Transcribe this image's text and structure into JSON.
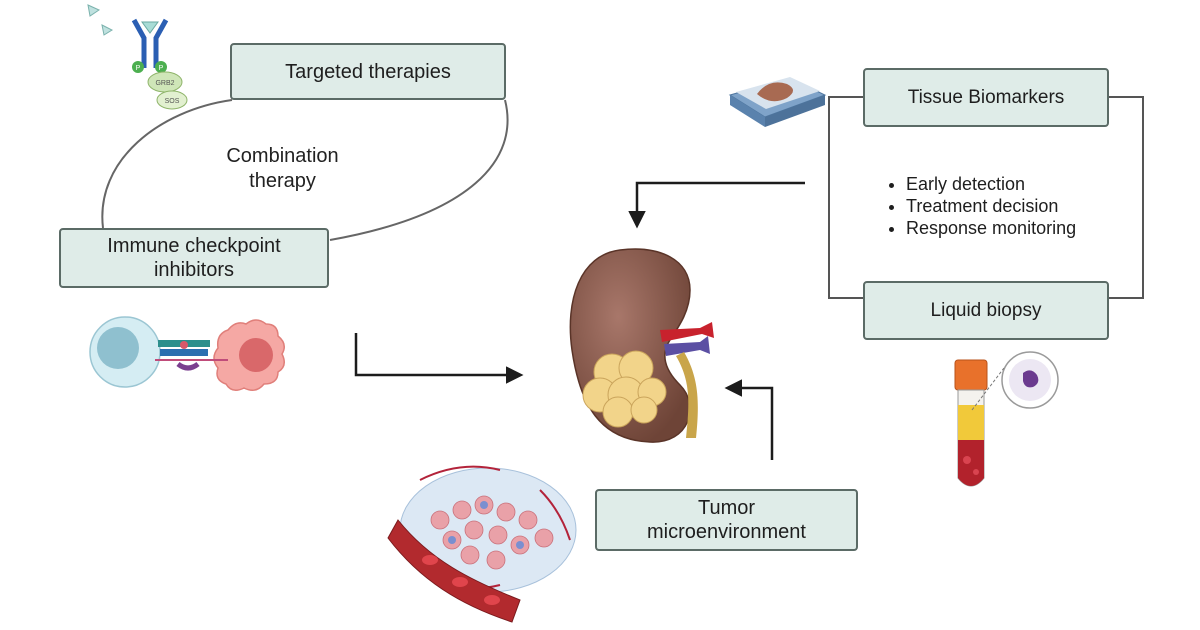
{
  "nodes": {
    "targeted_therapies": "Targeted therapies",
    "immune_checkpoint_inhibitors": "Immune checkpoint inhibitors",
    "combination_therapy": "Combination therapy",
    "tissue_biomarkers": "Tissue Biomarkers",
    "liquid_biopsy": "Liquid biopsy",
    "tumor_microenvironment": "Tumor microenvironment"
  },
  "biomarker_uses": [
    "Early detection",
    "Treatment decision",
    "Response monitoring"
  ],
  "icon_labels": {
    "grb2": "GRB2",
    "sos": "SOS",
    "p": "P"
  },
  "colors": {
    "box_fill": "#dfece8",
    "box_border": "#5b6b66",
    "kidney": "#8a5a4c",
    "tumor": "#f2d48a",
    "artery": "#c8222d",
    "vein": "#5b4fa3",
    "ureter": "#c9a54a"
  },
  "icons": [
    "antibody-receptor-icon",
    "slide-tissue-icon",
    "t-cell-tumor-cell-icon",
    "kidney-tumor-icon",
    "blood-tube-icon",
    "tumor-vessel-icon"
  ]
}
